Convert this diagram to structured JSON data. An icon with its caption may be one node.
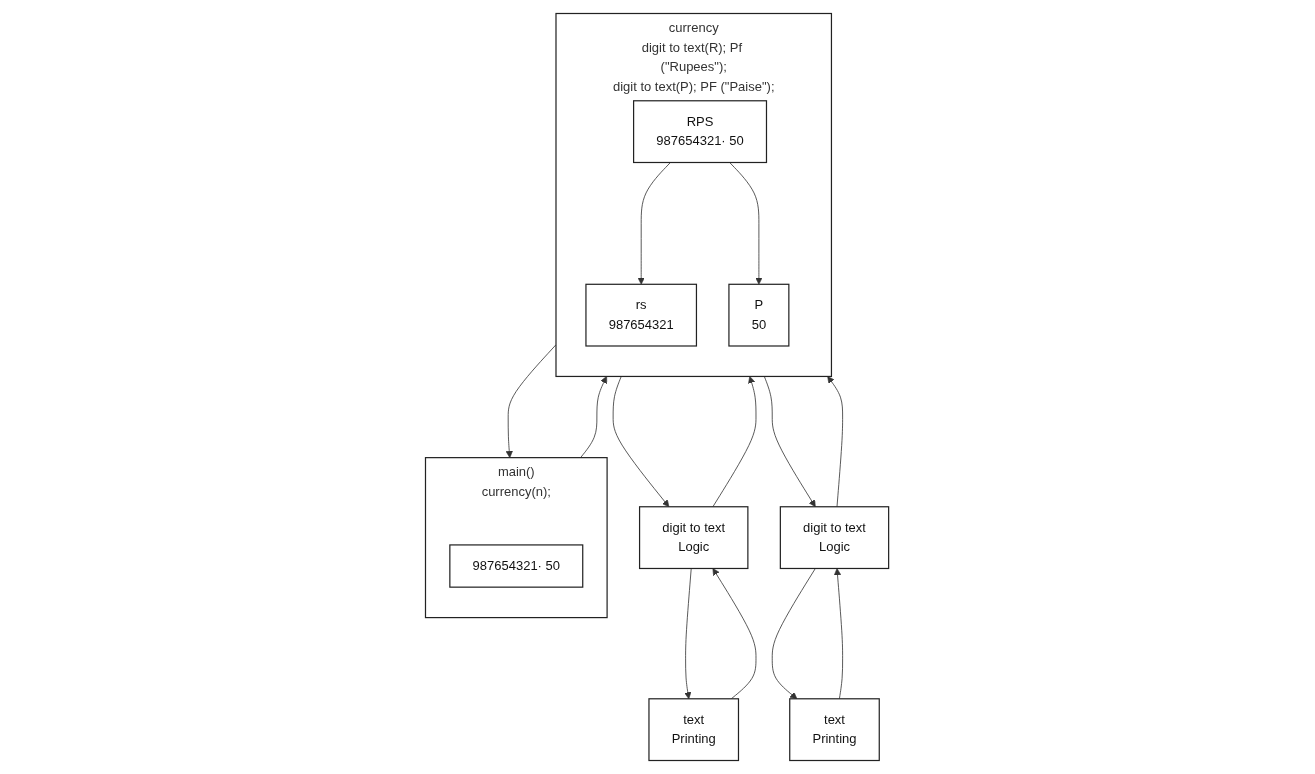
{
  "diagram": {
    "nodes": [
      {
        "text": [
          "main()",
          "currency(n);"
        ]
      },
      {
        "text": [
          "987654321· 50"
        ],
        "in": 0
      },
      {
        "text": [
          "currency",
          "digit to text(R); Pf (\"Rupees\");",
          "digit to text(P); PF (\"Paise\");"
        ]
      },
      {
        "text": [
          "RPS",
          "987654321· 50"
        ],
        "in": 2
      },
      {
        "text": [
          "rs",
          "987654321"
        ],
        "in": 2
      },
      {
        "text": [
          "P",
          "50"
        ],
        "in": 2
      },
      {
        "text": [
          "digit to text",
          "Logic"
        ]
      },
      {
        "text": [
          "text",
          "Printing"
        ]
      },
      {
        "text": [
          "digit to text",
          "Logic"
        ]
      },
      {
        "text": [
          "text",
          "Printing"
        ]
      }
    ],
    "edges": [
      {
        "from": 0,
        "to": 2,
        "arrow": "to"
      },
      {
        "from": 2,
        "to": 0,
        "arrow": "to"
      },
      {
        "from": 3,
        "to": 4,
        "arrow": "to"
      },
      {
        "from": 3,
        "to": 5,
        "arrow": "to"
      },
      {
        "from": 2,
        "to": 6,
        "arrow": "to"
      },
      {
        "from": 6,
        "to": 2,
        "arrow": "to"
      },
      {
        "from": 6,
        "to": 7,
        "arrow": "to"
      },
      {
        "from": 7,
        "to": 6,
        "arrow": "to"
      },
      {
        "from": 2,
        "to": 8,
        "arrow": "to"
      },
      {
        "from": 8,
        "to": 2,
        "arrow": "to"
      },
      {
        "from": 8,
        "to": 9,
        "arrow": "to"
      },
      {
        "from": 9,
        "to": 8,
        "arrow": "to"
      }
    ]
  }
}
